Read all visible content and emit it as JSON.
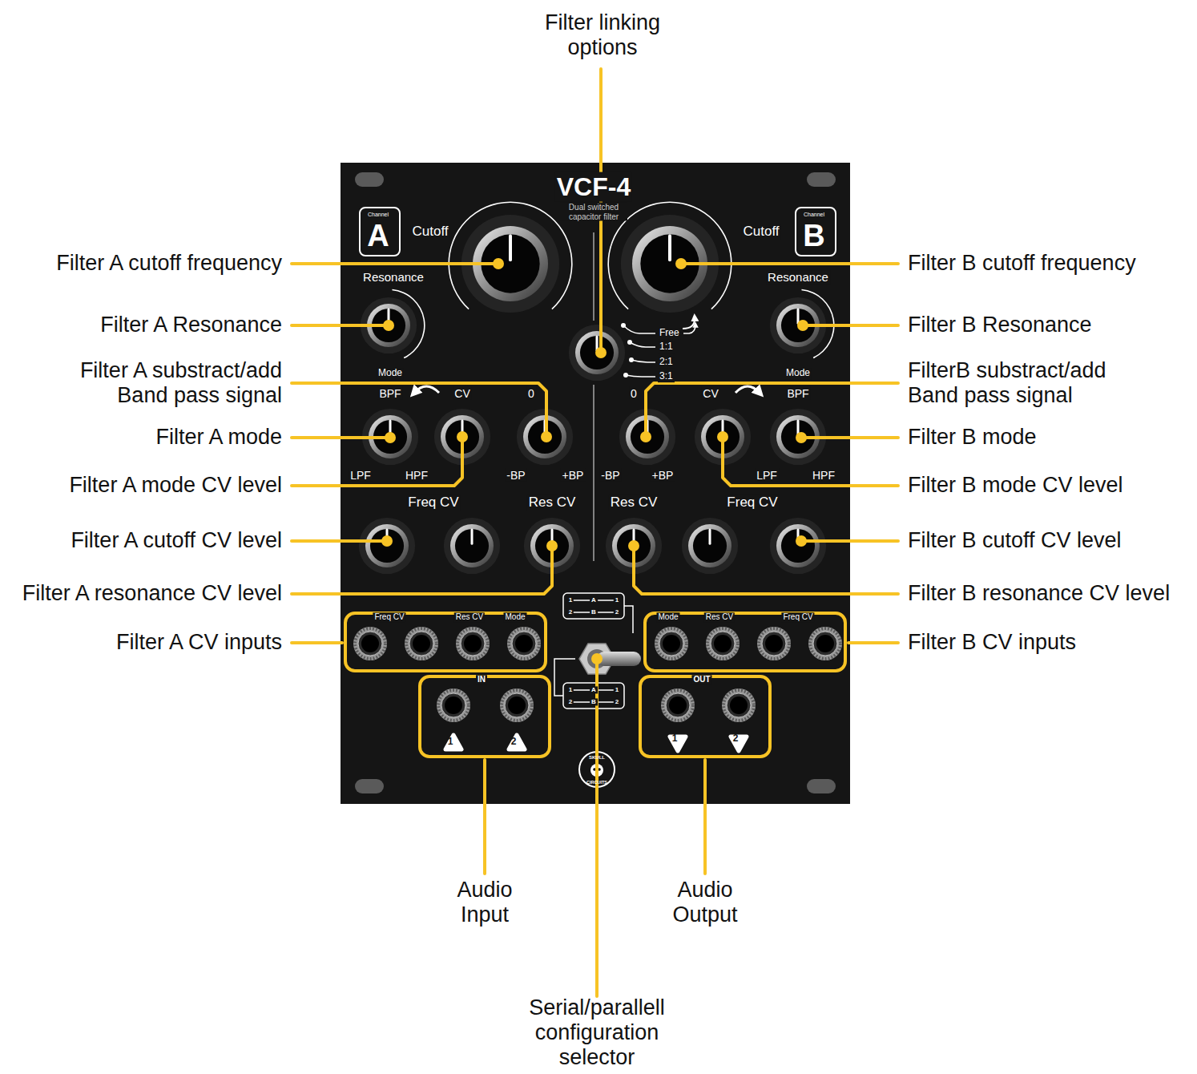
{
  "diagram": {
    "nodes": [
      {
        "text": [
          "VCF-4",
          "Dual switched capacitor filter"
        ]
      },
      {
        "text": [
          "Channel",
          "A"
        ],
        "in": 0
      },
      {
        "text": [
          "Channel",
          "B"
        ],
        "in": 0
      },
      {
        "text": [
          "Freq CV",
          "Res CV",
          "Mode"
        ],
        "in": 0
      },
      {
        "text": [
          "Mode",
          "Res CV",
          "Freq CV"
        ],
        "in": 0
      },
      {
        "text": [
          "IN",
          "1",
          "2"
        ],
        "in": 0
      },
      {
        "text": [
          "OUT",
          "1",
          "2"
        ],
        "in": 0
      }
    ],
    "labels": [
      "Filter linking options",
      "Filter A cutoff frequency",
      "Filter A Resonance",
      "Filter A substract/add Band pass signal",
      "Filter A mode",
      "Filter A mode CV level",
      "Filter A cutoff CV level",
      "Filter A resonance CV level",
      "Filter A CV inputs",
      "Filter B cutoff frequency",
      "Filter B Resonance",
      "FilterB substract/add Band pass signal",
      "Filter B mode",
      "Filter B mode CV level",
      "Filter B cutoff CV level",
      "Filter B resonance CV level",
      "Filter B CV inputs",
      "Audio Input",
      "Audio Output",
      "Serial/parallell configuration selector",
      "Cutoff",
      "Cutoff",
      "Resonance",
      "Resonance",
      "Free",
      "1:1",
      "2:1",
      "3:1",
      "Mode",
      "BPF",
      "CV",
      "0",
      "0",
      "CV",
      "Mode",
      "BPF",
      "LPF",
      "HPF",
      "-BP",
      "+BP",
      "-BP",
      "+BP",
      "LPF",
      "HPF",
      "Freq CV",
      "Res CV",
      "Res CV",
      "Freq CV",
      "SKULL",
      "CIRCUITS",
      "1",
      "A",
      "1",
      "2",
      "B",
      "2",
      "1",
      "A",
      "1",
      "2",
      "B",
      "2"
    ]
  }
}
